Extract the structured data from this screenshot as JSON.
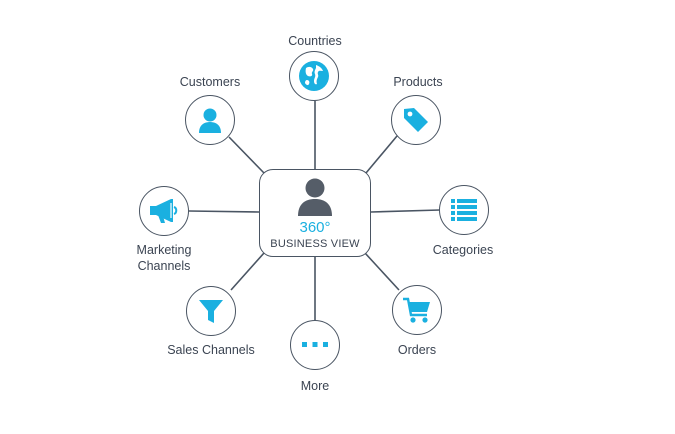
{
  "colors": {
    "accent": "#1ab0e0",
    "stroke": "#4a5563",
    "text": "#3b4452",
    "hub_icon": "#555d68"
  },
  "hub": {
    "value": "360°",
    "label": "BUSINESS VIEW",
    "icon": "person-icon"
  },
  "nodes": [
    {
      "id": "countries",
      "label": "Countries",
      "icon": "globe-icon"
    },
    {
      "id": "customers",
      "label": "Customers",
      "icon": "user-icon"
    },
    {
      "id": "products",
      "label": "Products",
      "icon": "tag-icon"
    },
    {
      "id": "marketing",
      "label": "Marketing\nChannels",
      "icon": "megaphone-icon"
    },
    {
      "id": "categories",
      "label": "Categories",
      "icon": "list-icon"
    },
    {
      "id": "sales",
      "label": "Sales Channels",
      "icon": "funnel-icon"
    },
    {
      "id": "more",
      "label": "More",
      "icon": "dots-icon"
    },
    {
      "id": "orders",
      "label": "Orders",
      "icon": "cart-icon"
    }
  ]
}
